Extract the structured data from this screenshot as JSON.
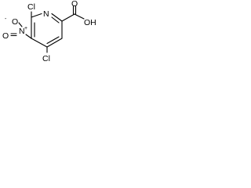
{
  "structure": {
    "atoms": {
      "cl_top": "Cl",
      "n_ring": "N",
      "carbonyl_o": "O",
      "hydroxyl": "OH",
      "nitro_o_minus": "O",
      "nitro_n_plus": "N",
      "nitro_o": "O",
      "cl_bottom": "Cl"
    },
    "charges": {
      "nitro_n_plus": "+",
      "nitro_o_minus": "-"
    }
  }
}
